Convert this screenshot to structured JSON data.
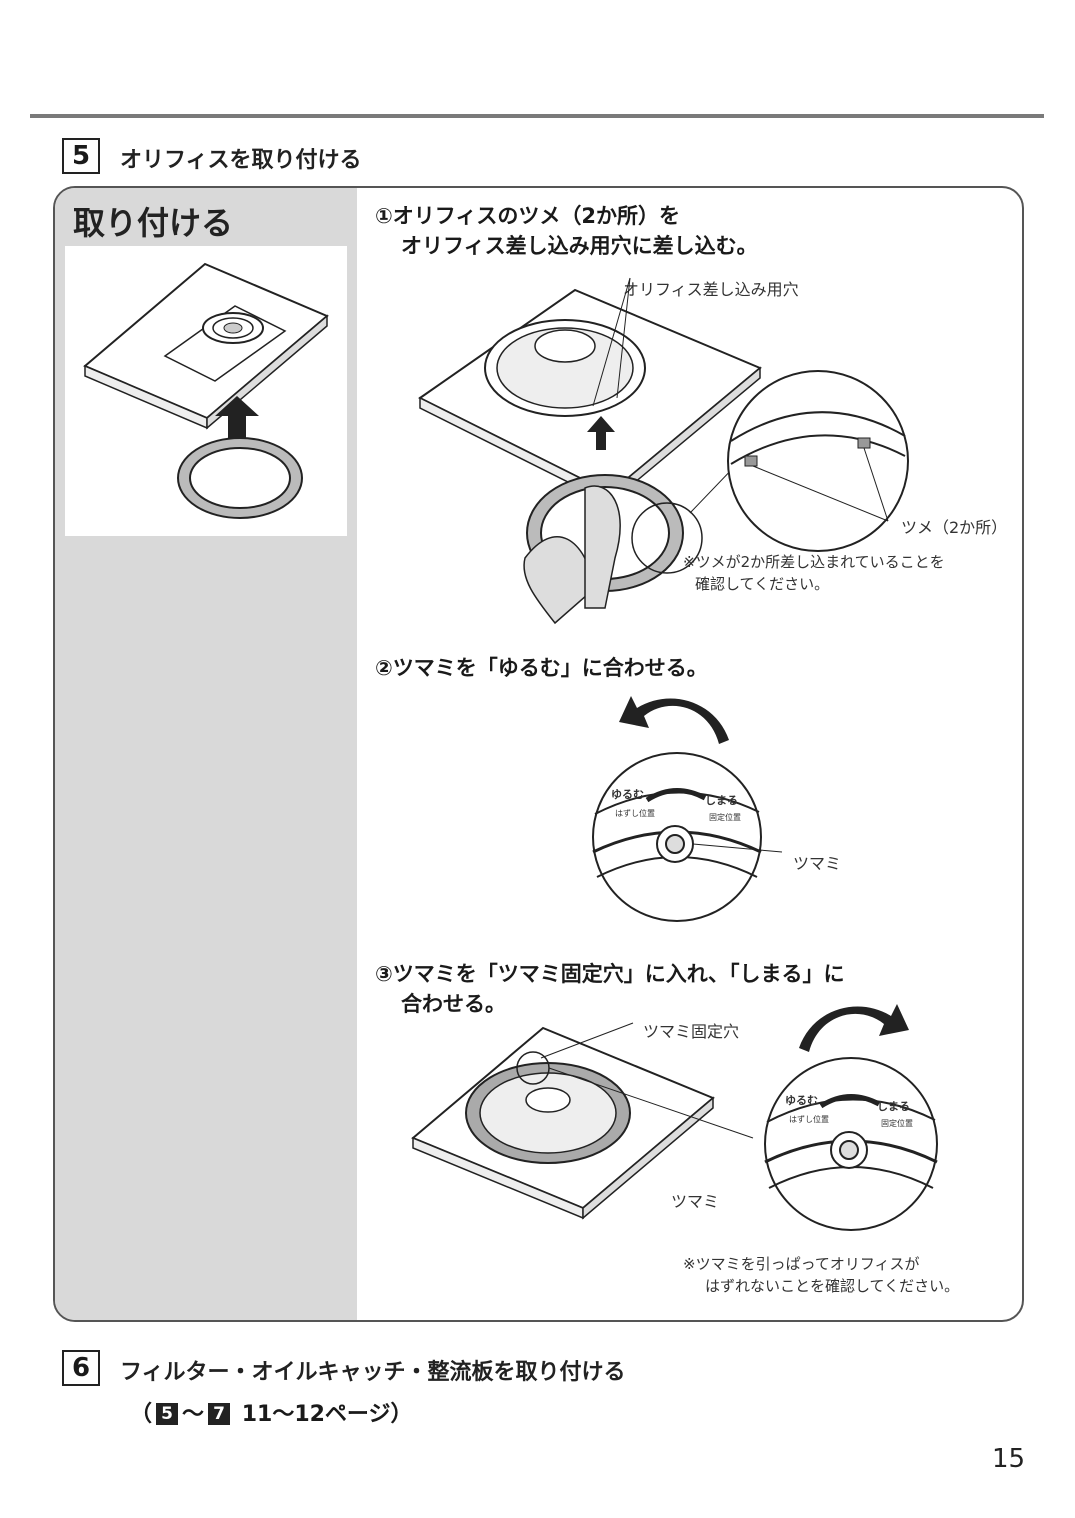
{
  "section5": {
    "number": "5",
    "title": "オリフィスを取り付ける"
  },
  "panel": {
    "left_title": "取り付ける",
    "step1": {
      "line1": "①オリフィスのツメ（2か所）を",
      "line2": "オリフィス差し込み用穴に差し込む。",
      "label_hole": "オリフィス差し込み用穴",
      "label_tabs": "ツメ（2か所）",
      "note_line1": "※ツメが2か所差し込まれていることを",
      "note_line2": "確認してください。"
    },
    "step2": {
      "text": "②ツマミを「ゆるむ」に合わせる。",
      "dial_loosen": "ゆるむ",
      "dial_tighten": "しまる",
      "dial_release_pos": "はずし位置",
      "dial_fixed_pos": "固定位置",
      "label_knob": "ツマミ"
    },
    "step3": {
      "line1": "③ツマミを「ツマミ固定穴」に入れ、「しまる」に",
      "line2": "合わせる。",
      "label_fix_hole": "ツマミ固定穴",
      "label_knob": "ツマミ",
      "dial_loosen": "ゆるむ",
      "dial_tighten": "しまる",
      "dial_release_pos": "はずし位置",
      "dial_fixed_pos": "固定位置",
      "note_line1": "※ツマミを引っぱってオリフィスが",
      "note_line2": "はずれないことを確認してください。"
    }
  },
  "section6": {
    "number": "6",
    "title": "フィルター・オイルキャッチ・整流板を取り付ける",
    "ref_open": "（",
    "ref_from": "5",
    "ref_tilde": "～",
    "ref_to": "7",
    "ref_pages": "11～12ページ）"
  },
  "page_number": "15"
}
